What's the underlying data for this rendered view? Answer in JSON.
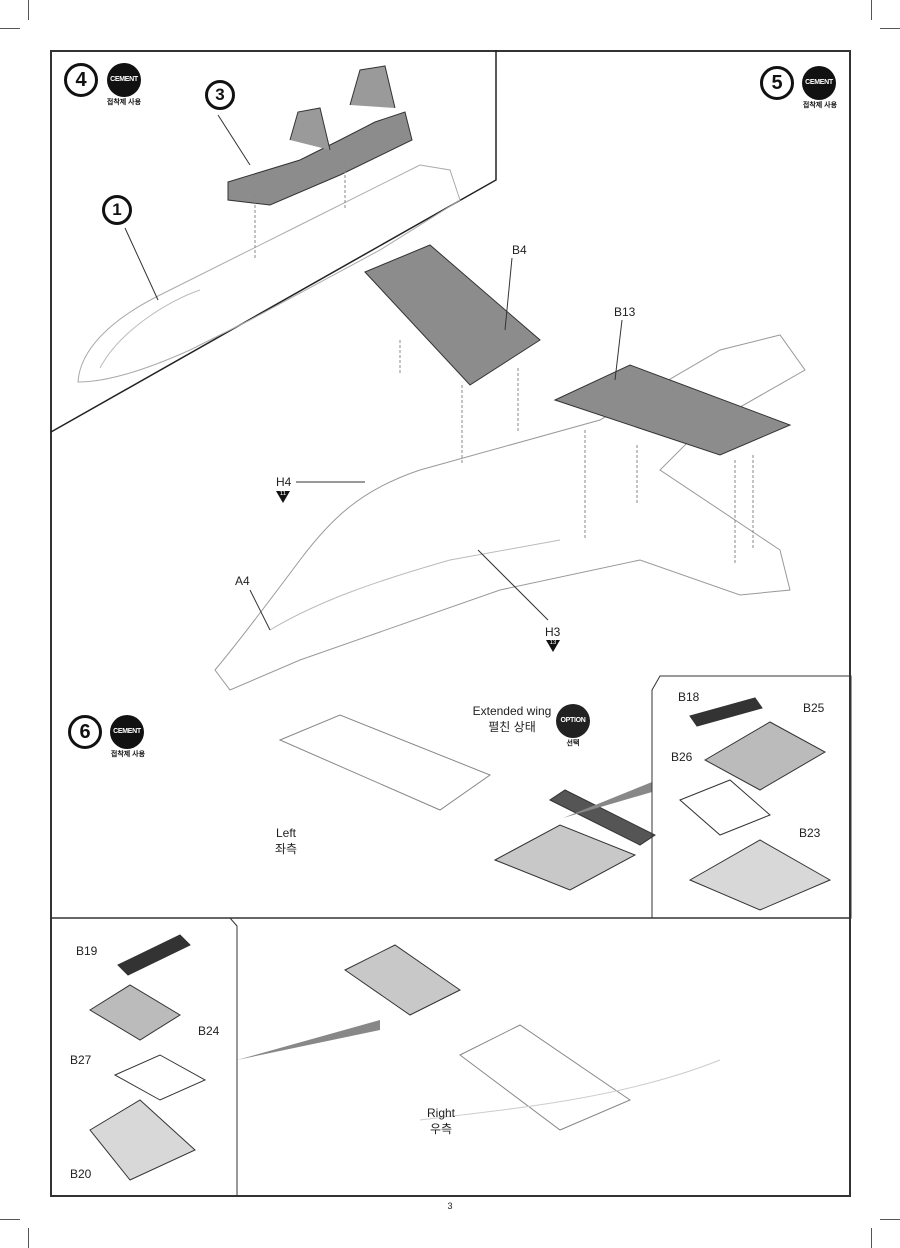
{
  "page_number": "3",
  "steps": [
    {
      "number": "4",
      "badge": "CEMENT",
      "note": "접착제 사용"
    },
    {
      "number": "5",
      "badge": "CEMENT",
      "note": "접착제 사용"
    },
    {
      "number": "6",
      "badge": "CEMENT",
      "note": "접착제 사용"
    }
  ],
  "callouts": {
    "c1": "1",
    "c3": "3"
  },
  "parts": {
    "b4": "B4",
    "b13": "B13",
    "h4": "H4",
    "h4_code": "11",
    "a4": "A4",
    "h3": "H3",
    "h3_code": "13",
    "b18": "B18",
    "b25": "B25",
    "b26": "B26",
    "b23": "B23",
    "b19": "B19",
    "b27": "B27",
    "b24": "B24",
    "b20": "B20"
  },
  "option": {
    "en": "Extended wing",
    "ko": "펼친 상태",
    "badge": "OPTION",
    "note": "선택"
  },
  "left": {
    "en": "Left",
    "ko": "좌측"
  },
  "right": {
    "en": "Right",
    "ko": "우측"
  },
  "colors": {
    "frame": "#333333",
    "part_fill": "#8c8c8c",
    "line": "#555555",
    "badge_fill": "#111111"
  }
}
